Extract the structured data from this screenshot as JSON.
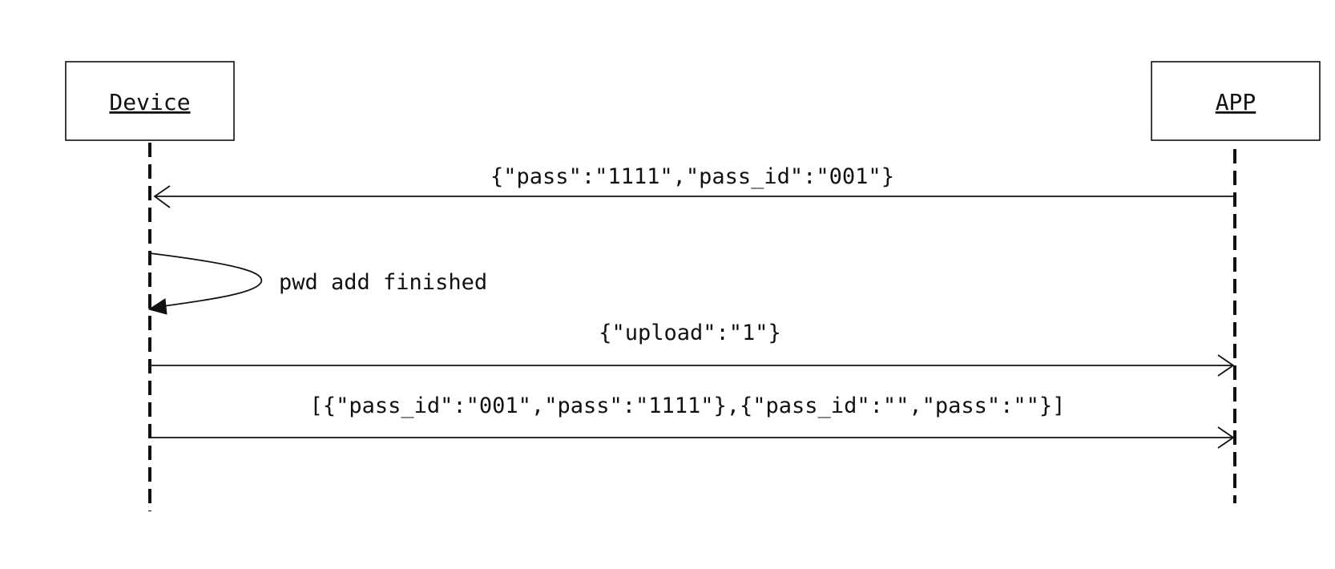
{
  "participants": {
    "device": {
      "name": "Device"
    },
    "app": {
      "name": "APP"
    }
  },
  "messages": [
    {
      "id": "m1",
      "label": "{\"pass\":\"1111\",\"pass_id\":\"001\"}",
      "from": "APP",
      "to": "Device"
    },
    {
      "id": "m2",
      "label": "pwd add finished",
      "from": "Device",
      "to": "Device"
    },
    {
      "id": "m3",
      "label": "{\"upload\":\"1\"}",
      "from": "Device",
      "to": "APP"
    },
    {
      "id": "m4",
      "label": "[{\"pass_id\":\"001\",\"pass\":\"1111\"},{\"pass_id\":\"\",\"pass\":\"\"}]",
      "from": "Device",
      "to": "APP"
    }
  ],
  "colors": {
    "stroke": "#111111",
    "background": "#ffffff"
  }
}
